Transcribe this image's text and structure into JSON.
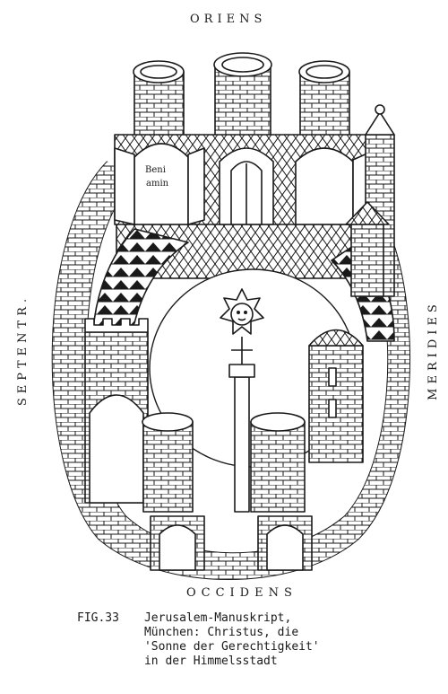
{
  "compass": {
    "east": "ORIENS",
    "west": "OCCIDENS",
    "north": "SEPTENTR.",
    "south": "MERIDIES"
  },
  "window_inscription": {
    "line1": "Beni",
    "line2": "amin"
  },
  "caption": {
    "figure": "FIG.33",
    "lines": [
      "Jerusalem-Manuskript,",
      "München: Christus, die",
      "'Sonne der Gerechtigkeit'",
      "in der Himmelsstadt"
    ]
  },
  "colors": {
    "ink": "#1a1a1a",
    "paper": "#ffffff"
  }
}
